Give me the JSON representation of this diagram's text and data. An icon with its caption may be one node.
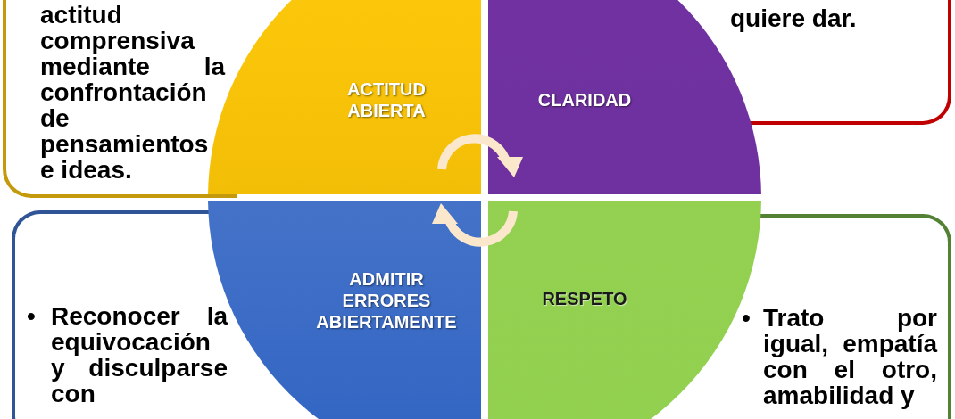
{
  "diagram": {
    "nodes": [
      {
        "text": [
          "actitud comprensiva mediante la confrontación de pensamientos e ideas."
        ]
      },
      {
        "text": [
          "ACTITUD ABIERTA"
        ]
      },
      {
        "text": [
          "CLARIDAD"
        ]
      },
      {
        "text": [
          "quiere dar."
        ]
      },
      {
        "text": [
          "•",
          "Reconocer la equivocación y disculparse con"
        ]
      },
      {
        "text": [
          "ADMITIR ERRORES ABIERTAMENTE"
        ]
      },
      {
        "text": [
          "RESPETO"
        ]
      },
      {
        "text": [
          "•",
          "Trato por igual, empatía con el otro, amabilidad y"
        ]
      }
    ]
  }
}
